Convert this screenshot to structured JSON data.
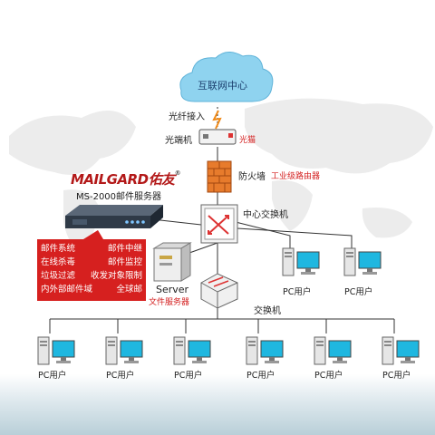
{
  "cloud": {
    "label": "互联网中心"
  },
  "fiber": {
    "label": "光纤接入"
  },
  "terminal": {
    "label": "光端机",
    "tag": "光猫"
  },
  "firewall": {
    "label": "防火墙",
    "tag": "工业级路由器"
  },
  "brand": {
    "name": "MAILGARD佑友",
    "mark": "®"
  },
  "device": {
    "model": "MS-2000邮件服务器"
  },
  "core_switch": {
    "label": "中心交换机"
  },
  "server": {
    "label": "Server",
    "sublabel": "文件服务器"
  },
  "switch": {
    "label": "交换机"
  },
  "features": [
    [
      "邮件系统",
      "邮件中继"
    ],
    [
      "在线杀毒",
      "邮件监控"
    ],
    [
      "垃圾过滤",
      "收发对象限制"
    ],
    [
      "内外部邮件域",
      "全球邮"
    ]
  ],
  "pc_label": "PC用户",
  "colors": {
    "cloud": "#8fd3ef",
    "red_box": "#d6201f",
    "brand_red": "#b31919",
    "monitor": "#1fb7e0"
  }
}
